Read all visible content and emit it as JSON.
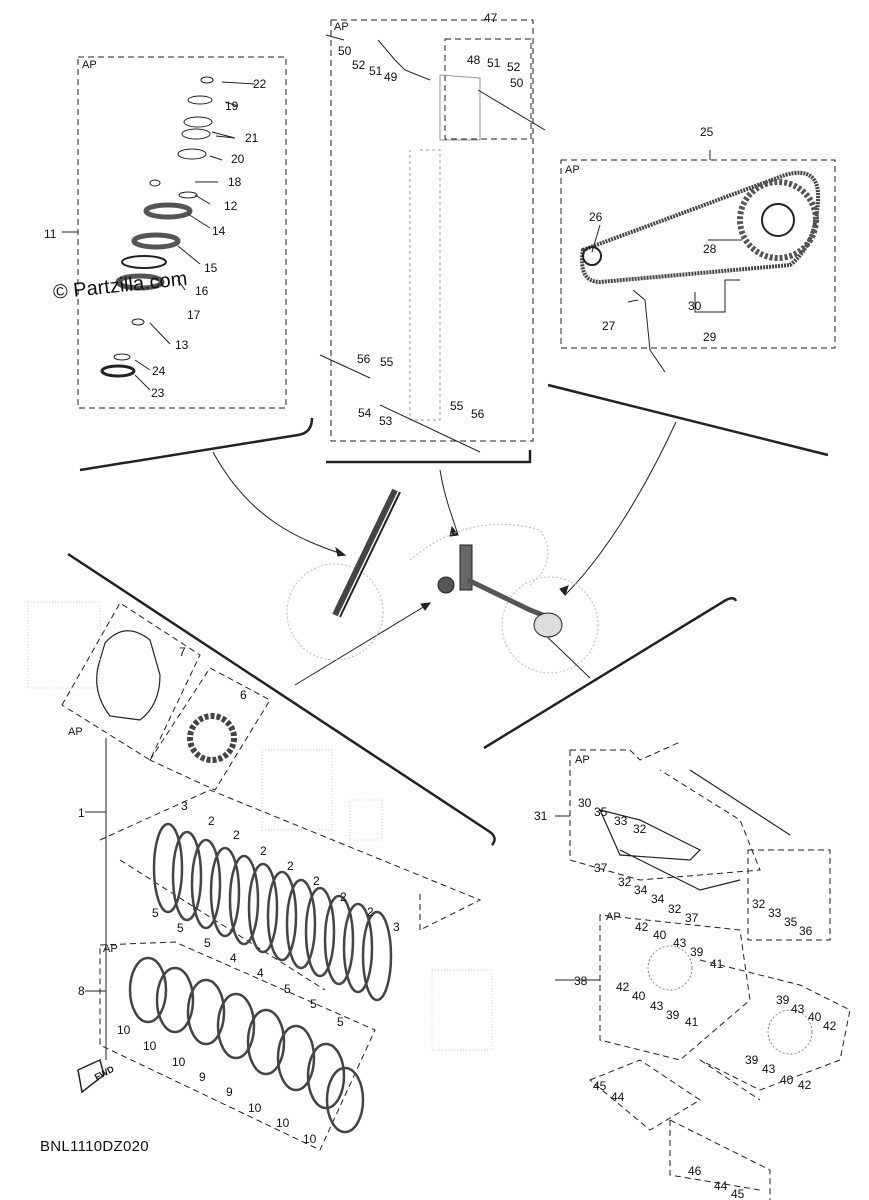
{
  "ap_label": "AP",
  "watermark": "© Partzilla.com",
  "diagram_code": "BNL1110DZ020",
  "fwd_label": "FWD",
  "callouts": {
    "c11": "11",
    "c12": "12",
    "c13": "13",
    "c14": "14",
    "c15": "15",
    "c16": "16",
    "c17": "17",
    "c18": "18",
    "c19": "19",
    "c20": "20",
    "c21": "21",
    "c22": "22",
    "c23": "23",
    "c24": "24",
    "c25": "25",
    "c26": "26",
    "c27": "27",
    "c28": "28",
    "c29": "29",
    "c30": "30",
    "c47": "47",
    "c48": "48",
    "c49": "49",
    "c50": "50",
    "c51": "51",
    "c52": "52",
    "c53": "53",
    "c54": "54",
    "c55": "55",
    "c56": "56",
    "c1": "1",
    "c2": "2",
    "c3": "3",
    "c4": "4",
    "c5": "5",
    "c6": "6",
    "c7": "7",
    "c8": "8",
    "c9": "9",
    "c10": "10",
    "c31": "31",
    "c32": "32",
    "c33": "33",
    "c34": "34",
    "c35": "35",
    "c36": "36",
    "c37": "37",
    "c38": "38",
    "c39": "39",
    "c40": "40",
    "c41": "41",
    "c42": "42",
    "c43": "43",
    "c44": "44",
    "c45": "45",
    "c46": "46"
  }
}
